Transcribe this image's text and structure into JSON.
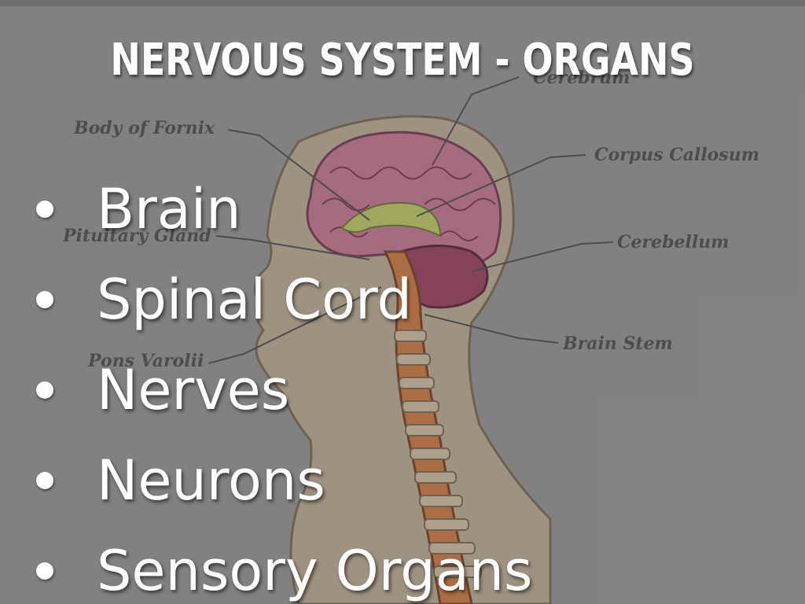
{
  "slide": {
    "title": "NERVOUS SYSTEM - ORGANS",
    "bullets": [
      "Brain",
      "Spinal Cord",
      "Nerves",
      "Neurons",
      "Sensory Organs"
    ]
  },
  "diagram": {
    "labels": {
      "cerebrum": "Cerebrum",
      "body_of_fornix": "Body of Fornix",
      "corpus_callosum": "Corpus Callosum",
      "pituitary_gland": "Pituitary Gland",
      "cerebellum": "Cerebellum",
      "brain_stem": "Brain Stem",
      "pons_varolii": "Pons Varolii"
    }
  },
  "colors": {
    "background": "#8a8a8a",
    "text": "#ffffff",
    "brain": "#c9708f",
    "spinal_cord": "#c8743a",
    "skin": "#b8a58c"
  }
}
